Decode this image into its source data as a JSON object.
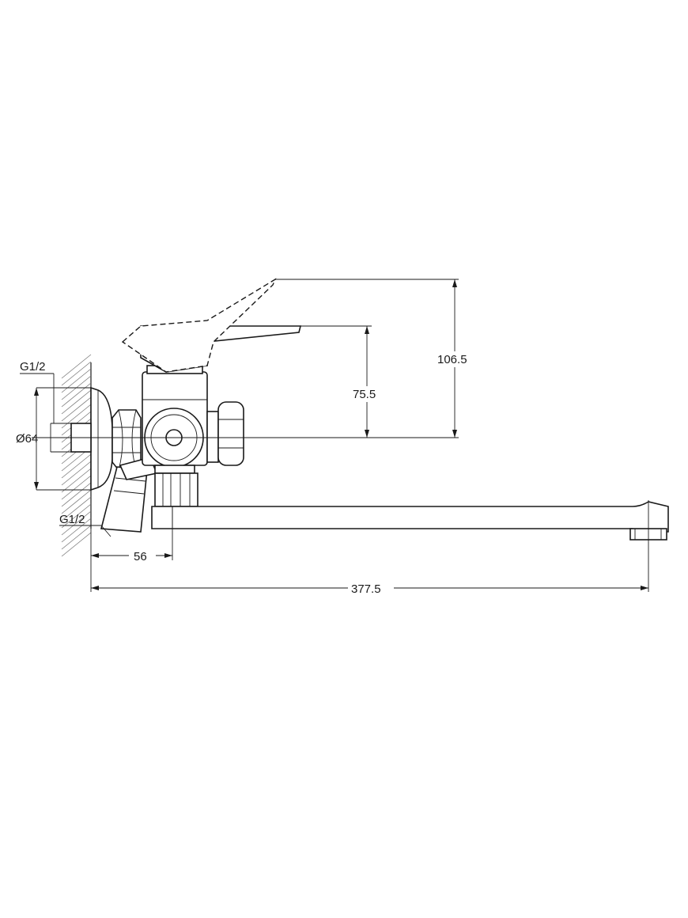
{
  "drawing": {
    "subject": "wall-mounted single-lever mixer with long swivel spout",
    "dimensions": {
      "thread_top": "G1/2",
      "flange_diameter": "Ø64",
      "thread_bottom": "G1/2",
      "inlet_offset": "56",
      "overall_length": "377.5",
      "height_closed": "75.5",
      "height_open": "106.5"
    },
    "colors": {
      "line": "#1a1a1a",
      "hatch": "#777777",
      "background": "#ffffff"
    }
  }
}
